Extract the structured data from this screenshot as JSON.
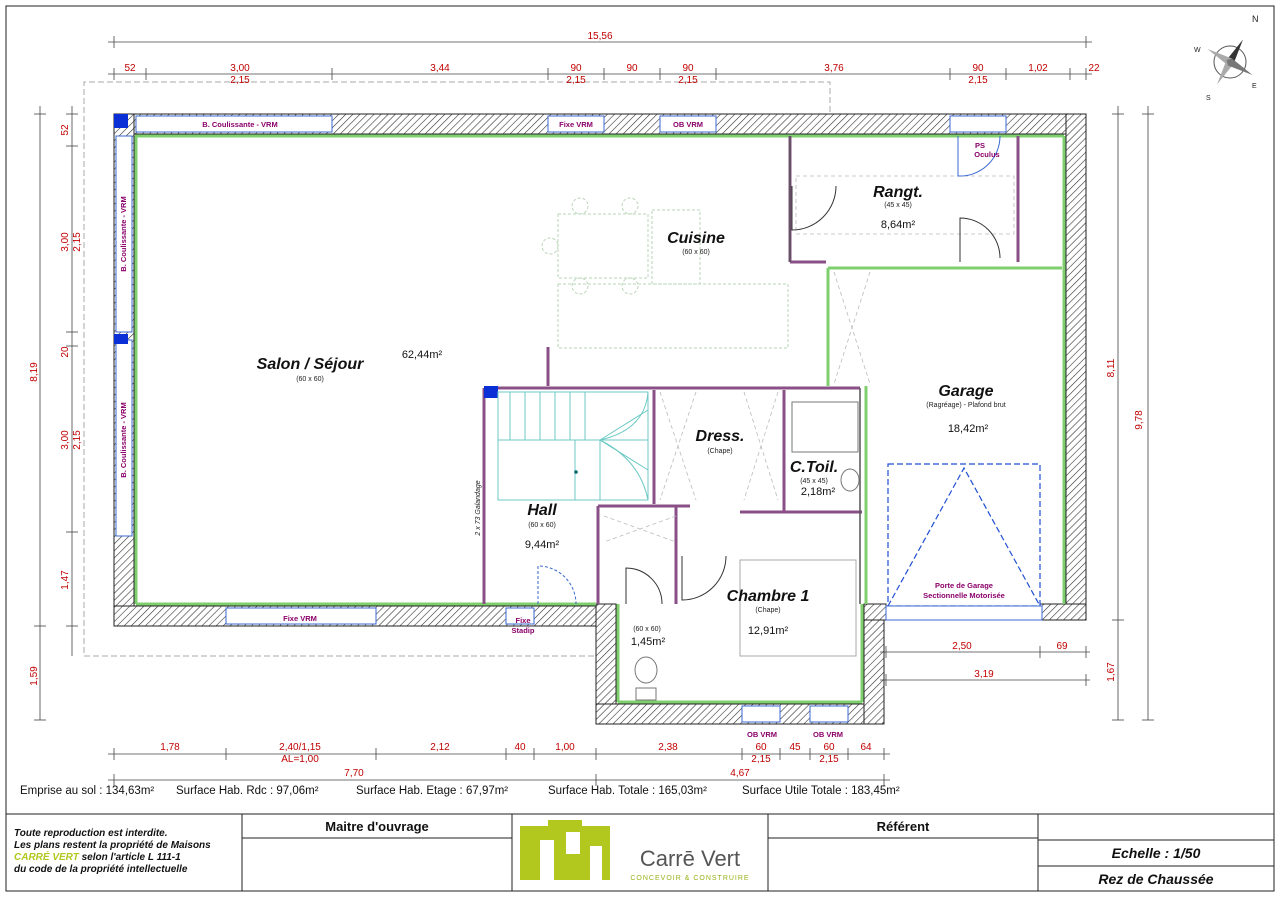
{
  "top_dimensions": {
    "total": "15,56",
    "segments": [
      "52",
      "3,00",
      "3,44",
      "90",
      "90",
      "90",
      "3,76",
      "90",
      "1,02",
      "22"
    ],
    "heights": [
      "2,15",
      "2,15",
      "2,15",
      "2,15"
    ]
  },
  "left_dimensions": {
    "segments": [
      "52",
      "3,00",
      "20",
      "3,00",
      "1,47",
      "1,59"
    ],
    "heights": [
      "2,15",
      "2,15"
    ],
    "total": "8,19"
  },
  "right_dimensions": {
    "inner": "8,11",
    "total": "9,78",
    "bottom": "1,67"
  },
  "bottom_dimensions": {
    "segments": [
      "1,78",
      "2,40/1,15",
      "2,12",
      "40",
      "1,00",
      "2,38",
      "60",
      "45",
      "60",
      "64"
    ],
    "al": "AL=1,00",
    "heights": [
      "2,15",
      "2,15"
    ],
    "totals": [
      "7,70",
      "4,67"
    ]
  },
  "garage_dimensions": [
    "2,50",
    "69",
    "3,19"
  ],
  "rooms": {
    "salon": {
      "name": "Salon / Séjour",
      "sub": "(60 x 60)",
      "area": "62,44m²"
    },
    "cuisine": {
      "name": "Cuisine",
      "sub": "(60 x 60)"
    },
    "rangt": {
      "name": "Rangt.",
      "sub": "(45 x 45)",
      "area": "8,64m²"
    },
    "garage": {
      "name": "Garage",
      "sub": "(Ragréage) - Plafond brut",
      "area": "18,42m²"
    },
    "dress": {
      "name": "Dress.",
      "sub": "(Chape)"
    },
    "ctoil": {
      "name": "C.Toil.",
      "sub": "(45 x 45)",
      "area": "2,18m²"
    },
    "hall": {
      "name": "Hall",
      "sub": "(60 x 60)",
      "area": "9,44m²"
    },
    "chambre": {
      "name": "Chambre 1",
      "sub": "(Chape)",
      "area": "12,91m²"
    },
    "wc": {
      "sub": "(60 x 60)",
      "area": "1,45m²"
    }
  },
  "openings": {
    "b_coul_top": "B. Coulissante - VRM",
    "fixe_vrm_top": "Fixe VRM",
    "ob_vrm_top": "OB VRM",
    "ps": "PS",
    "oculus": "Oculus",
    "b_coul_left1": "B. Coulissante - VRM",
    "b_coul_left2": "B. Coulissante - VRM",
    "fixe_vrm_bottom": "Fixe VRM",
    "fixe": "Fixe",
    "stadip": "Stadip",
    "ob_vrm_b1": "OB VRM",
    "ob_vrm_b2": "OB VRM",
    "porte_garage1": "Porte de Garage",
    "porte_garage2": "Sectionnelle Motorisée",
    "galandage": "2 x 73 Galandage"
  },
  "compass": {
    "n": "N",
    "e": "E",
    "s": "S",
    "w": "W"
  },
  "surfaces": {
    "emprise": "Emprise au sol : 134,63m²",
    "rdc": "Surface Hab. Rdc : 97,06m²",
    "etage": "Surface Hab. Etage : 67,97m²",
    "totale": "Surface Hab. Totale : 165,03m²",
    "utile": "Surface Utile Totale : 183,45m²"
  },
  "title_block": {
    "notice": [
      "Toute reproduction est interdite.",
      "Les plans restent la propriété de Maisons",
      "CARRÉ VERT",
      " selon l'article L 111-1",
      "du code de la propriété intellectuelle"
    ],
    "maitre": "Maitre d'ouvrage",
    "referent": "Référent",
    "logo_name": "Carrē Vert",
    "logo_tagline": "CONCEVOIR & CONSTRUIRE",
    "echelle": "Echelle : 1/50",
    "niveau": "Rez de Chaussée"
  },
  "colors": {
    "dim": "#c00000",
    "wall_insulation": "#7fcf6e",
    "window_label": "#8a006a",
    "logo": "#b2c81e"
  }
}
